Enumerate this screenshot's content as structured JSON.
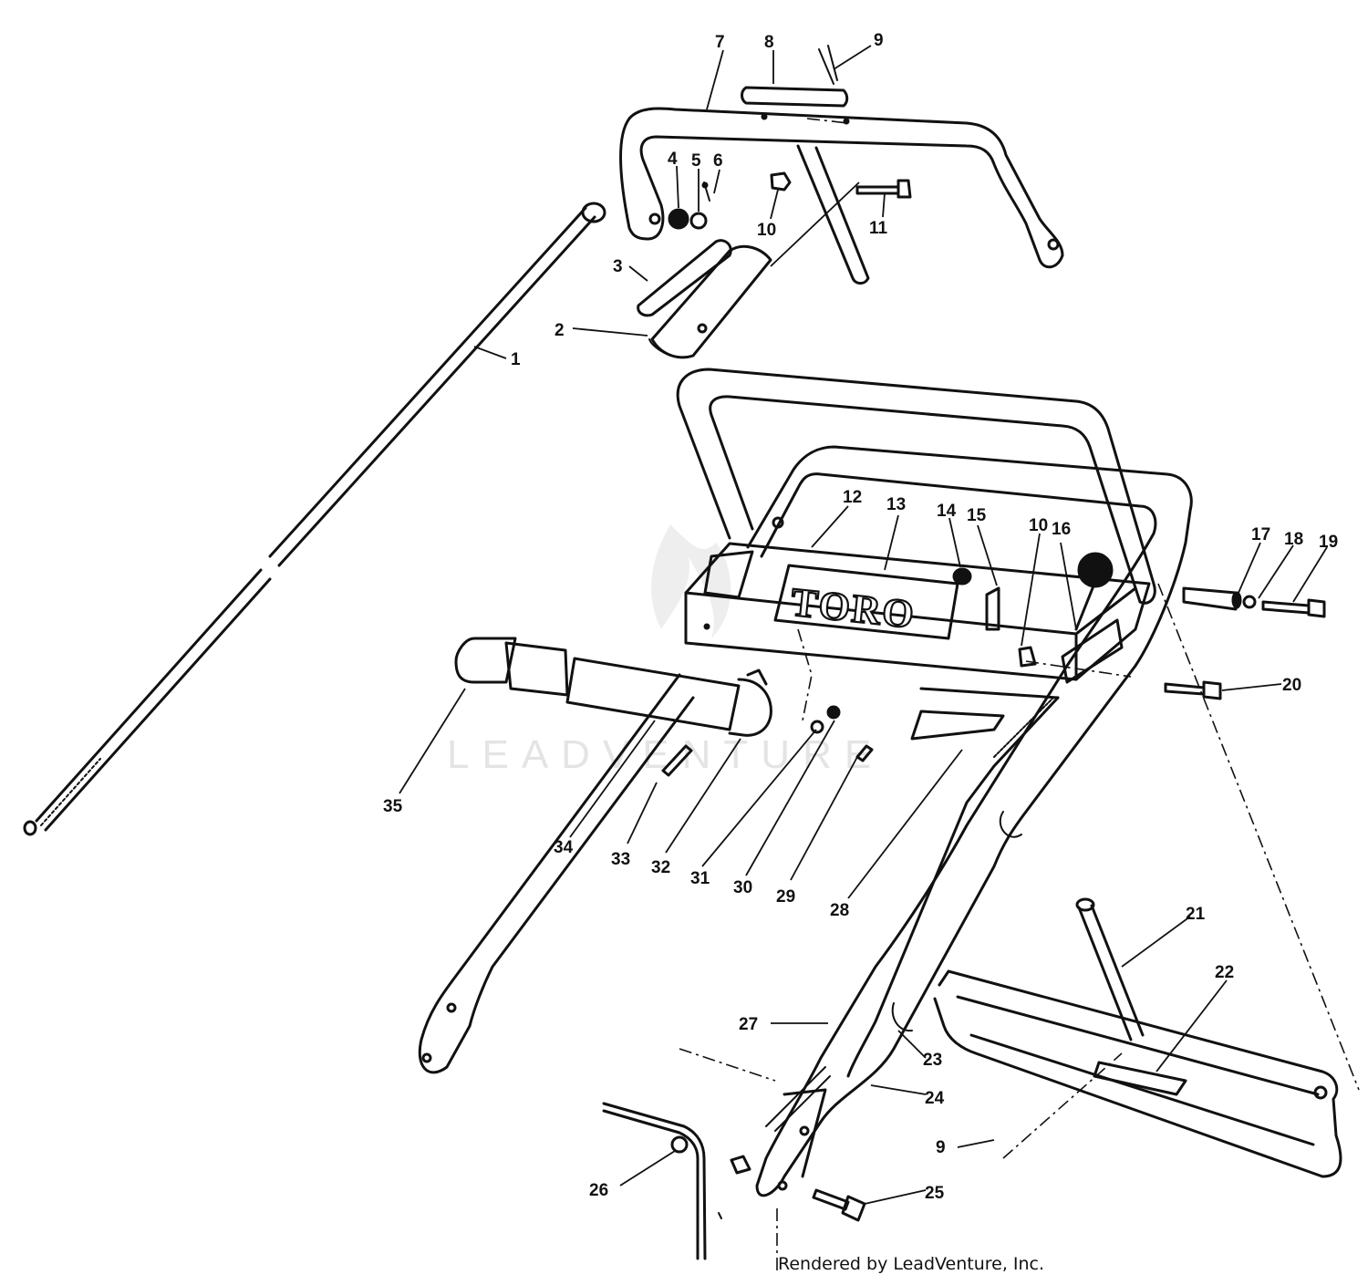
{
  "diagram": {
    "brand_text": "TORO",
    "watermark": "LEADVENTURE",
    "credit": "Rendered by LeadVenture, Inc.",
    "callouts": [
      "1",
      "2",
      "3",
      "4",
      "5",
      "6",
      "7",
      "8",
      "9",
      "10",
      "11",
      "12",
      "13",
      "14",
      "15",
      "10",
      "16",
      "17",
      "18",
      "19",
      "20",
      "21",
      "22",
      "23",
      "24",
      "25",
      "26",
      "27",
      "28",
      "29",
      "30",
      "31",
      "32",
      "33",
      "34",
      "35",
      "9"
    ]
  }
}
